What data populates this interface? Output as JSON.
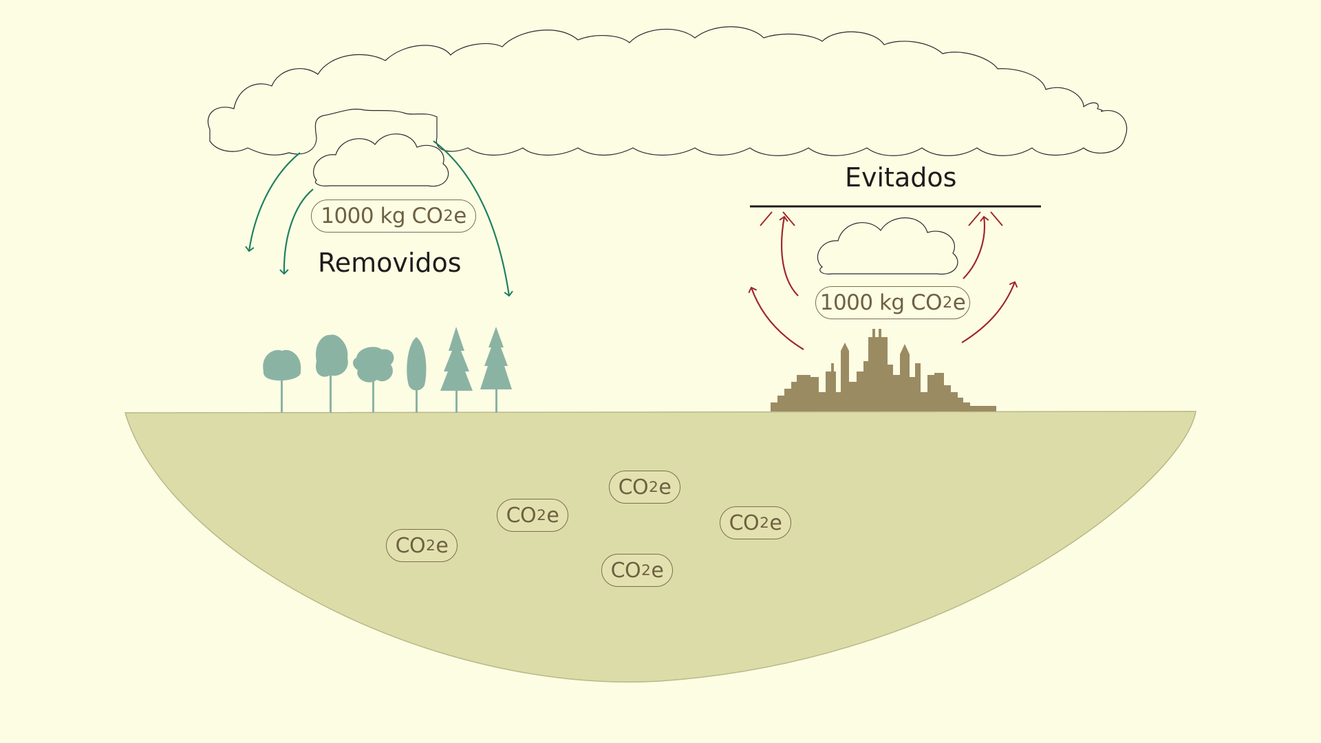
{
  "labels": {
    "removed": "Removidos",
    "avoided": "Evitados"
  },
  "badges": {
    "removed_amount": {
      "value": "1000 kg CO",
      "sub": "2",
      "tail": "e"
    },
    "avoided_amount": {
      "value": "1000 kg CO",
      "sub": "2",
      "tail": "e"
    }
  },
  "soil_tokens": [
    {
      "value": "CO",
      "sub": "2",
      "tail": "e"
    },
    {
      "value": "CO",
      "sub": "2",
      "tail": "e"
    },
    {
      "value": "CO",
      "sub": "2",
      "tail": "e"
    },
    {
      "value": "CO",
      "sub": "2",
      "tail": "e"
    },
    {
      "value": "CO",
      "sub": "2",
      "tail": "e"
    }
  ],
  "colors": {
    "background": "#fdfde4",
    "ground": "#dcdca8",
    "trees": "#8bb3a4",
    "city": "#9b8b62",
    "removal_arrows": "#1f8060",
    "emission_arrows": "#a0282c",
    "token_text": "#6e6142"
  },
  "icons": [
    "cloud-icon",
    "tree-icon",
    "city-skyline-icon",
    "arrow-icon"
  ]
}
